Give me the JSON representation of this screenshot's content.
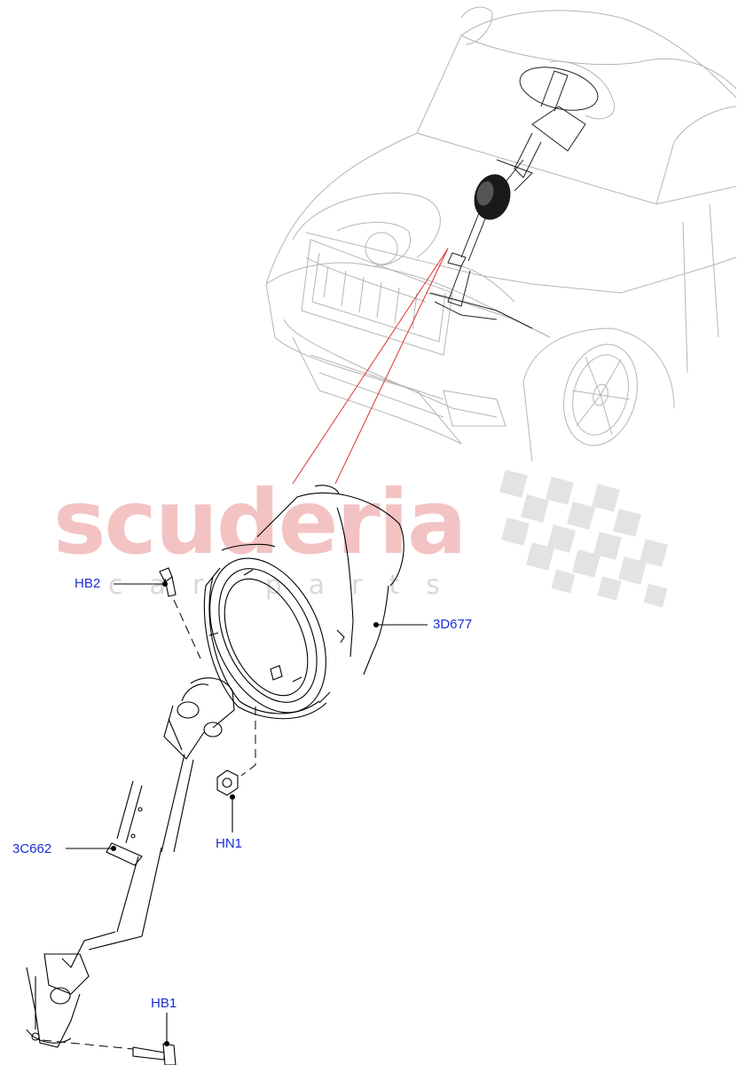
{
  "watermark": {
    "brand": "scuderia",
    "subtext": "car parts",
    "color": "#f3c3c3"
  },
  "callouts": [
    {
      "id": "HB2",
      "label": "HB2"
    },
    {
      "id": "3D677",
      "label": "3D677"
    },
    {
      "id": "HN1",
      "label": "HN1"
    },
    {
      "id": "3C662",
      "label": "3C662"
    },
    {
      "id": "HB1",
      "label": "HB1"
    }
  ],
  "colors": {
    "callout_text": "#1a2fd6",
    "line_art": "#000000",
    "vehicle_outline": "#b5b5b5",
    "pointer_lines": "#e03030"
  }
}
